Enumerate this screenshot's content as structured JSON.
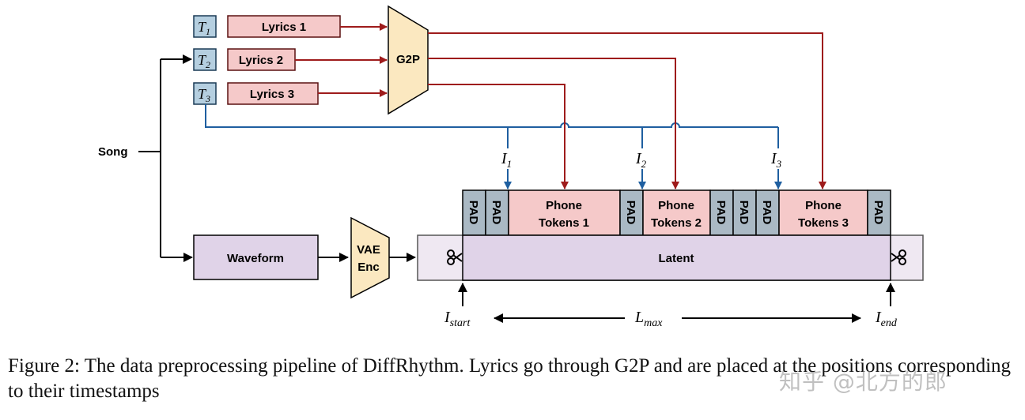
{
  "diagram": {
    "song_label": "Song",
    "timestamps": [
      {
        "sym": "T",
        "sub": "1"
      },
      {
        "sym": "T",
        "sub": "2"
      },
      {
        "sym": "T",
        "sub": "3"
      }
    ],
    "lyrics": [
      "Lyrics 1",
      "Lyrics 2",
      "Lyrics 3"
    ],
    "g2p_label": "G2P",
    "waveform_label": "Waveform",
    "vae_label_1": "VAE",
    "vae_label_2": "Enc",
    "latent_label": "Latent",
    "pad_label": "PAD",
    "phone_tokens": [
      {
        "l1": "Phone",
        "l2": "Tokens 1"
      },
      {
        "l1": "Phone",
        "l2": "Tokens 2"
      },
      {
        "l1": "Phone",
        "l2": "Tokens 3"
      }
    ],
    "positions": [
      {
        "sym": "I",
        "sub": "1"
      },
      {
        "sym": "I",
        "sub": "2"
      },
      {
        "sym": "I",
        "sub": "3"
      }
    ],
    "i_start": {
      "sym": "I",
      "sub": "start"
    },
    "i_end": {
      "sym": "I",
      "sub": "end"
    },
    "l_max": {
      "sym": "L",
      "sub": "max"
    },
    "scissors_icon": "scissors-icon",
    "colors": {
      "lyrics_fill": "#f5c9c9",
      "timestamp_fill": "#b5cfe0",
      "g2p_fill": "#fbe8c0",
      "waveform_fill": "#e0d3e8",
      "latent_light": "#efe8f2",
      "pad_fill": "#aab9c4",
      "red_arrow": "#9e1b1b",
      "blue_arrow": "#1f5fa0"
    }
  },
  "caption": "Figure 2: The data preprocessing pipeline of DiffRhythm. Lyrics go through G2P and are placed at the positions corresponding to their timestamps",
  "watermark": "知乎 @北方的郎"
}
